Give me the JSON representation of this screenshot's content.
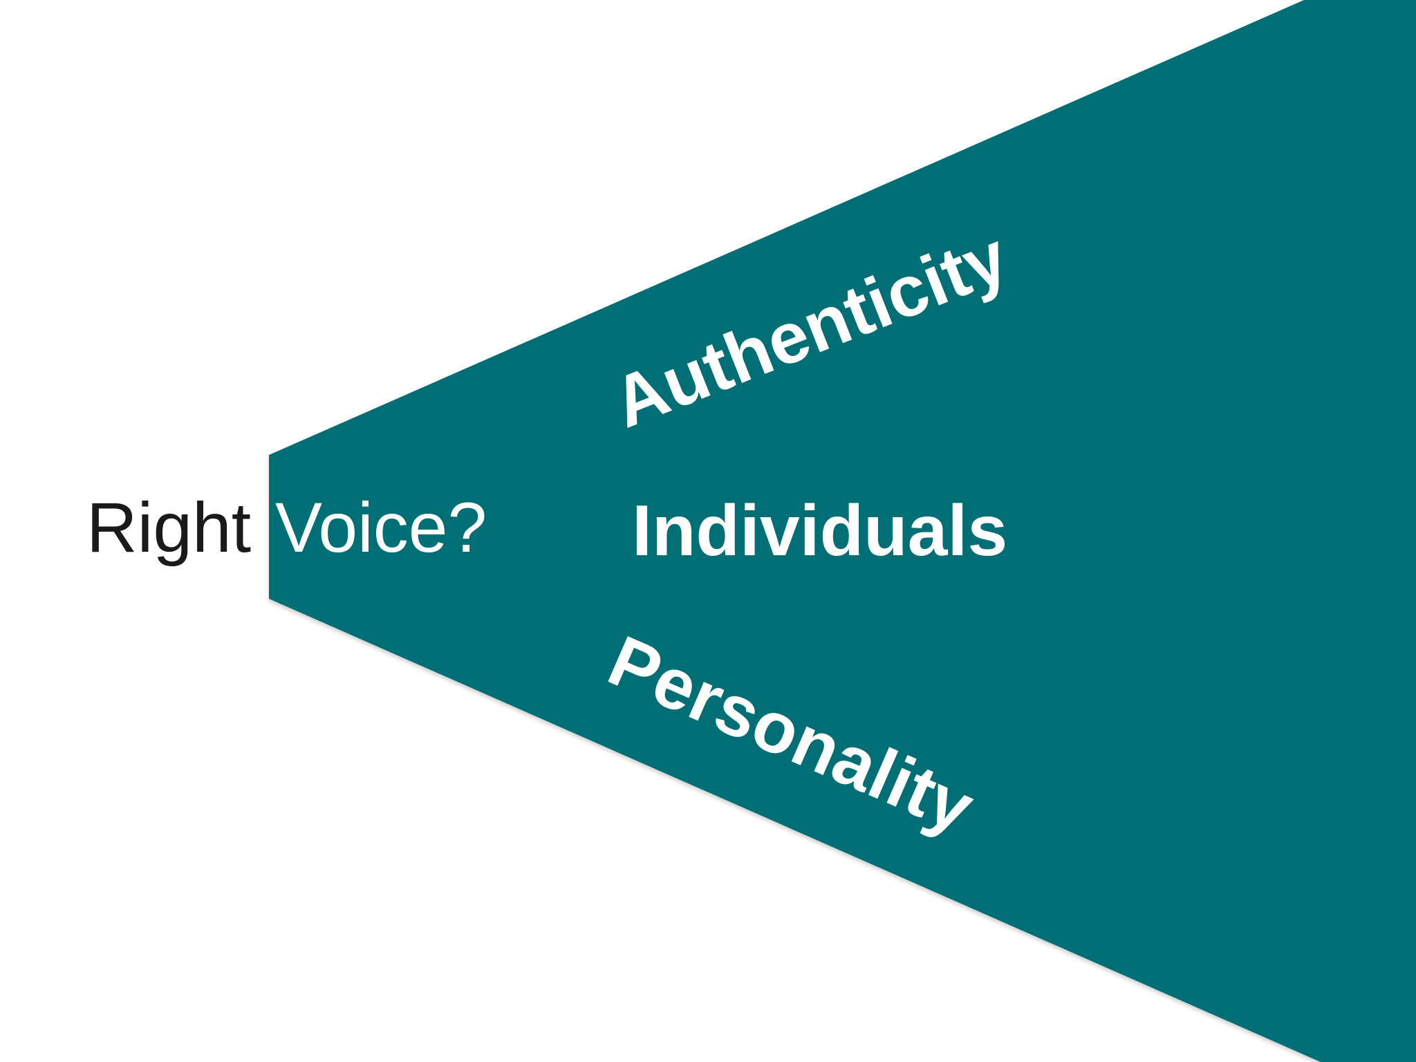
{
  "colors": {
    "background": "#ffffff",
    "wedge": "#026e75",
    "dark_text": "#1a1a1a",
    "light_text": "#ffffff"
  },
  "question": {
    "part1": "Right",
    "part2": "Voice?"
  },
  "terms": {
    "top": "Authenticity",
    "middle": "Individuals",
    "bottom": "Personality"
  }
}
